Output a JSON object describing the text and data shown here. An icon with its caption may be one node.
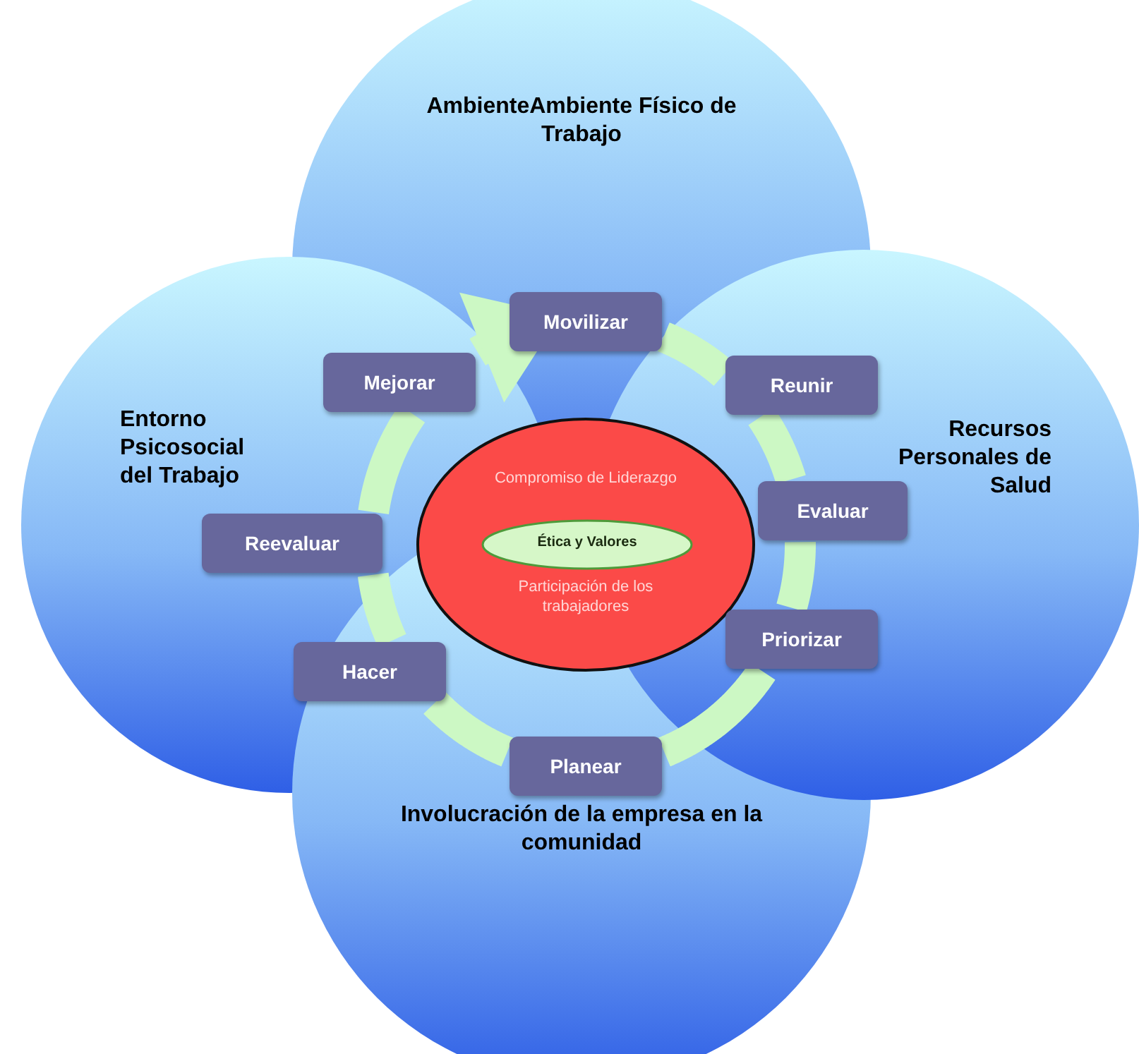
{
  "diagram": {
    "nodes": [
      {
        "text": [
          "Compromiso de Liderazgo",
          "Participación de los trabajadores"
        ]
      },
      {
        "text": [
          "Ética y Valores"
        ],
        "in": 0
      },
      {
        "text": [
          "Movilizar"
        ]
      },
      {
        "text": [
          "Reunir"
        ]
      },
      {
        "text": [
          "Evaluar"
        ]
      },
      {
        "text": [
          "Priorizar"
        ]
      },
      {
        "text": [
          "Planear"
        ]
      },
      {
        "text": [
          "Hacer"
        ]
      },
      {
        "text": [
          "Reevaluar"
        ]
      },
      {
        "text": [
          "Mejorar"
        ]
      }
    ],
    "edges": [
      {
        "from": 2,
        "to": 3,
        "arrow": "none"
      },
      {
        "from": 3,
        "to": 4,
        "arrow": "none"
      },
      {
        "from": 4,
        "to": 5,
        "arrow": "none"
      },
      {
        "from": 5,
        "to": 6,
        "arrow": "none"
      },
      {
        "from": 6,
        "to": 7,
        "arrow": "none"
      },
      {
        "from": 7,
        "to": 8,
        "arrow": "none"
      },
      {
        "from": 8,
        "to": 9,
        "arrow": "none"
      },
      {
        "from": 9,
        "to": 2,
        "arrow": "to"
      }
    ],
    "labels": [
      "AmbienteAmbiente Físico de Trabajo",
      "Entorno Psicosocial del Trabajo",
      "Recursos Personales de Salud",
      "Involucración de la empresa en la comunidad"
    ]
  }
}
